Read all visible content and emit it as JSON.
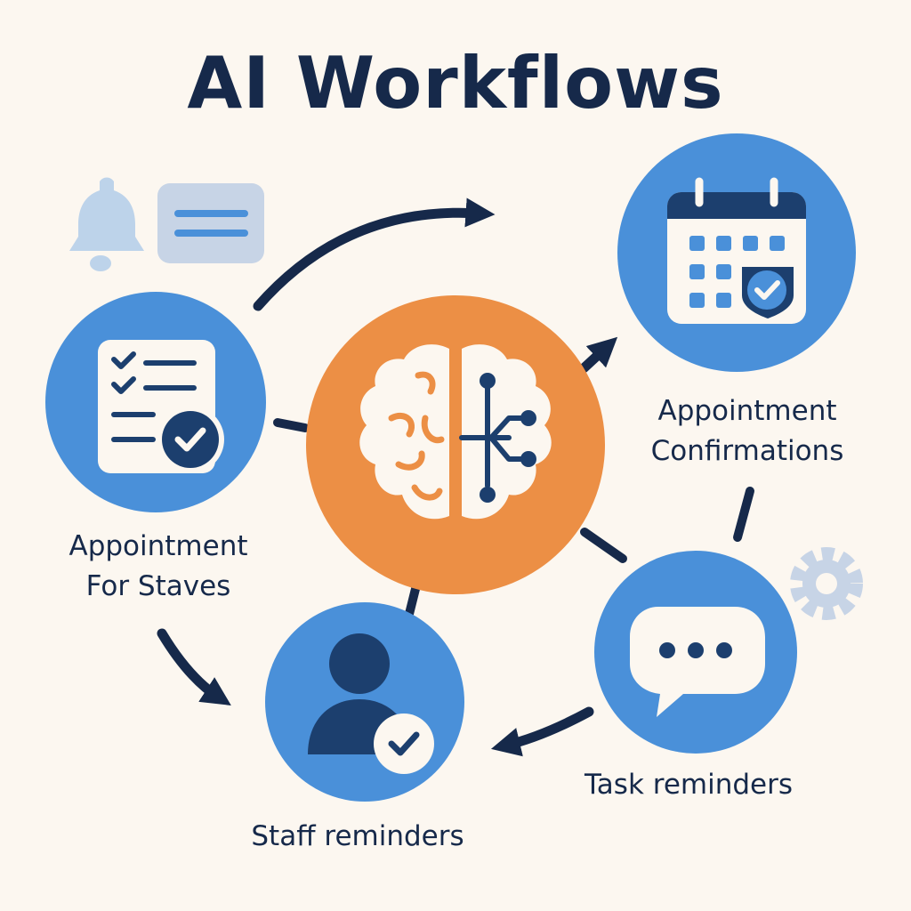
{
  "title": "AI Workflows",
  "nodes": {
    "left": {
      "line1": "Appointment",
      "line2": "For Staves"
    },
    "top_right": {
      "line1": "Appointment",
      "line2": "Confirmations"
    },
    "bottom_right": {
      "label": "Task reminders"
    },
    "bottom": {
      "label": "Staff reminders"
    }
  },
  "colors": {
    "background": "#fcf7f0",
    "navy": "#16294a",
    "blue": "#4a90d9",
    "dark_blue": "#1c3f6e",
    "orange": "#ec8f45",
    "cream": "#fcf7f0",
    "light_blue": "#bdd3ea",
    "pale_blue": "#c7d4e6"
  },
  "icons": {
    "center": "brain-circuit-icon",
    "left": "checklist-icon",
    "top_right": "calendar-check-icon",
    "bottom_right": "chat-bubble-icon",
    "bottom": "user-check-icon",
    "decor": [
      "bell-icon",
      "message-card-icon",
      "gear-icon"
    ]
  }
}
